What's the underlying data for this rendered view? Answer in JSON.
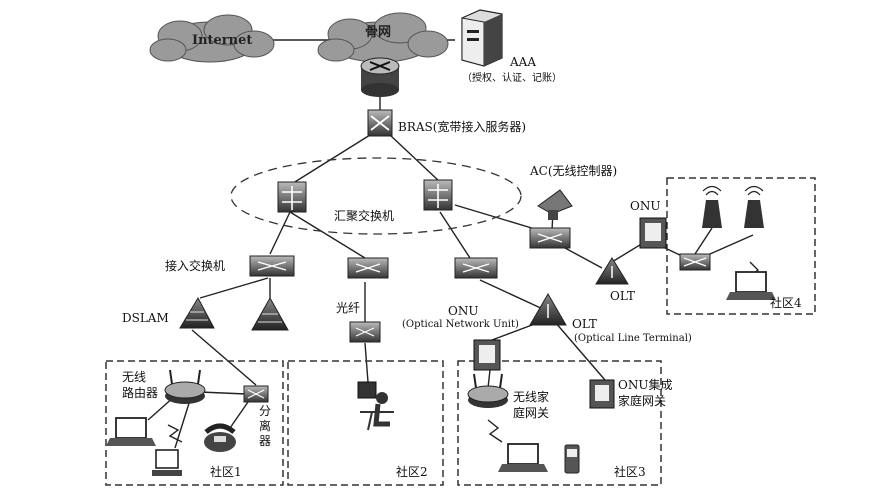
{
  "clouds": {
    "internet": "Internet",
    "backbone": "骨网"
  },
  "aaa": {
    "name": "AAA",
    "desc": "（授权、认证、记账）"
  },
  "bras": "BRAS(宽带接入服务器)",
  "ac": "AC(无线控制器)",
  "aggregation_switch": "汇聚交换机",
  "access_switch": "接入交换机",
  "dslam": "DSLAM",
  "fiber": "光纤",
  "onu_center": {
    "name": "ONU",
    "desc": "(Optical Network Unit)"
  },
  "olt_center": {
    "name": "OLT",
    "desc": "(Optical Line Terminal)"
  },
  "onu_right": "ONU",
  "olt_right": "OLT",
  "wireless_router": "无线\n路由器",
  "splitter": "分\n离\n器",
  "wireless_home_gateway": "无线家\n庭网关",
  "onu_integrated_gateway": "ONU集成\n家庭网关",
  "communities": {
    "c1": "社区1",
    "c2": "社区2",
    "c3": "社区3",
    "c4": "社区4"
  }
}
